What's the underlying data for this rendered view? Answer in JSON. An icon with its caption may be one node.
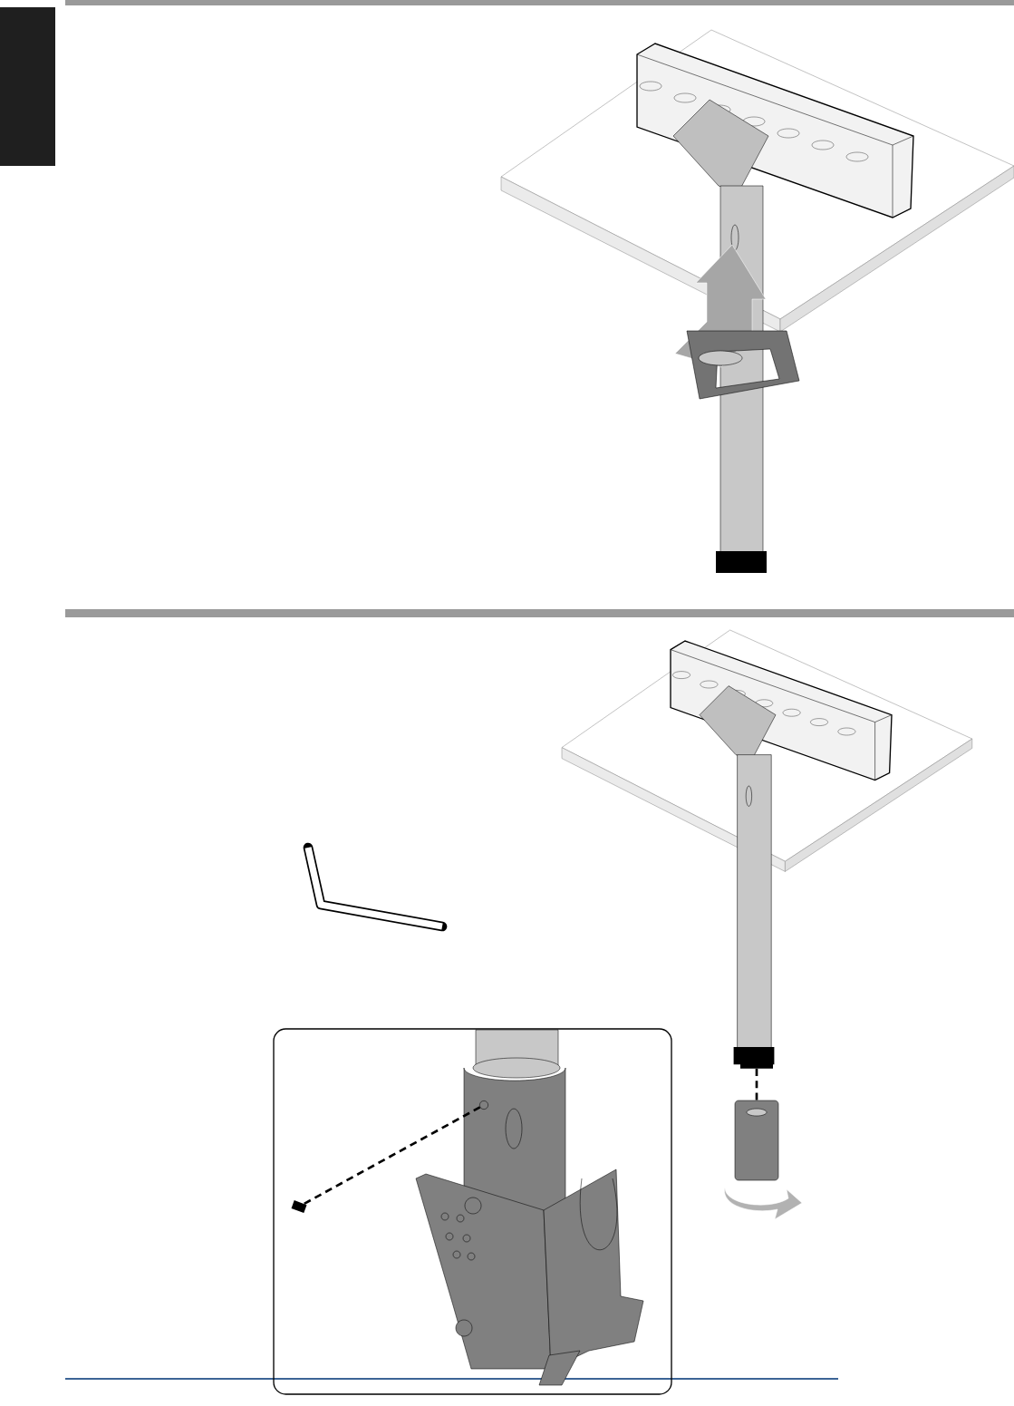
{
  "diagram": {
    "nodes": [
      {
        "text": [],
        "shape": "bar"
      },
      {
        "text": [],
        "shape": "picture"
      },
      {
        "text": [],
        "shape": "picture"
      },
      {
        "text": [],
        "shape": "circle"
      }
    ],
    "edges": [
      {
        "from": 0,
        "to": 1,
        "arrow": "none",
        "style": "dashed"
      },
      {
        "from": 2,
        "to": 3,
        "arrow": "none",
        "style": "dashed"
      }
    ]
  }
}
